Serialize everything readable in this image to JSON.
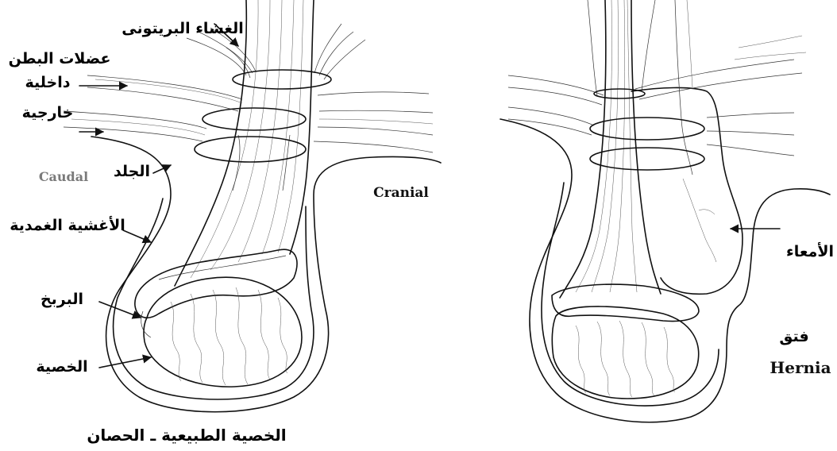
{
  "labels": {
    "peritoneum": "الغشاء البريتونى",
    "abdominal_muscles": "عضلات البطن",
    "internal": "داخلية",
    "external": "خارجية",
    "skin": "الجلد",
    "caudal": "Caudal",
    "cranial": "Cranial",
    "tunica_vaginalis": "الأغشية الغمدية",
    "epididymis": "البربخ",
    "testis": "الخصية",
    "caption_normal": "الخصية الطبيعية ـ الحصان",
    "intestines": "الأمعاء",
    "hernia_ar": "فتق",
    "hernia_en": "Hernia"
  },
  "colors": {
    "ink": "#111111",
    "latin_label": "#7a7a7a",
    "background": "#ffffff"
  }
}
